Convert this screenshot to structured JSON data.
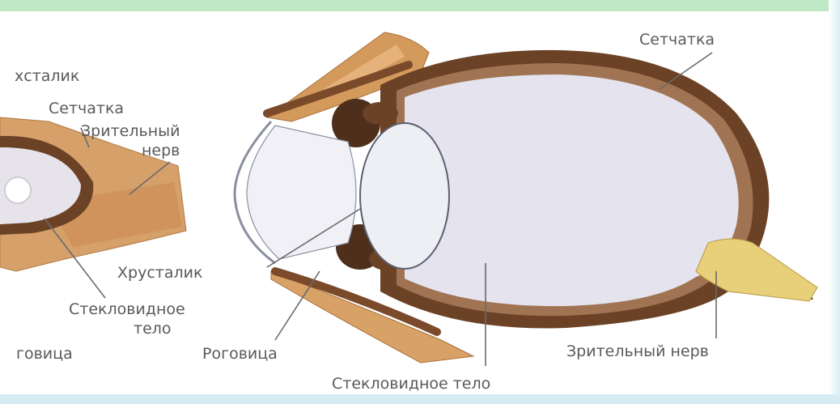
{
  "labels": {
    "retina_right": "Сетчатка",
    "retina_left": "Сетчатка",
    "lens_left_top": "хсталик",
    "optic_nerve_left": "Зрительный",
    "optic_nerve_left_2": "нерв",
    "lens": "Хрусталик",
    "vitreous_left": "Стекловидное",
    "vitreous_left_2": "тело",
    "cornea_left": "говица",
    "cornea": "Роговица",
    "vitreous_bottom": "Стекловидное тело",
    "optic_nerve_right": "Зрительный нерв"
  },
  "colors": {
    "top_bar": "#bfe8c4",
    "sclera": "#6b4226",
    "muscle": "#d49a5c",
    "vitreous": "#e4e3ee",
    "lens": "#eeeef5"
  }
}
